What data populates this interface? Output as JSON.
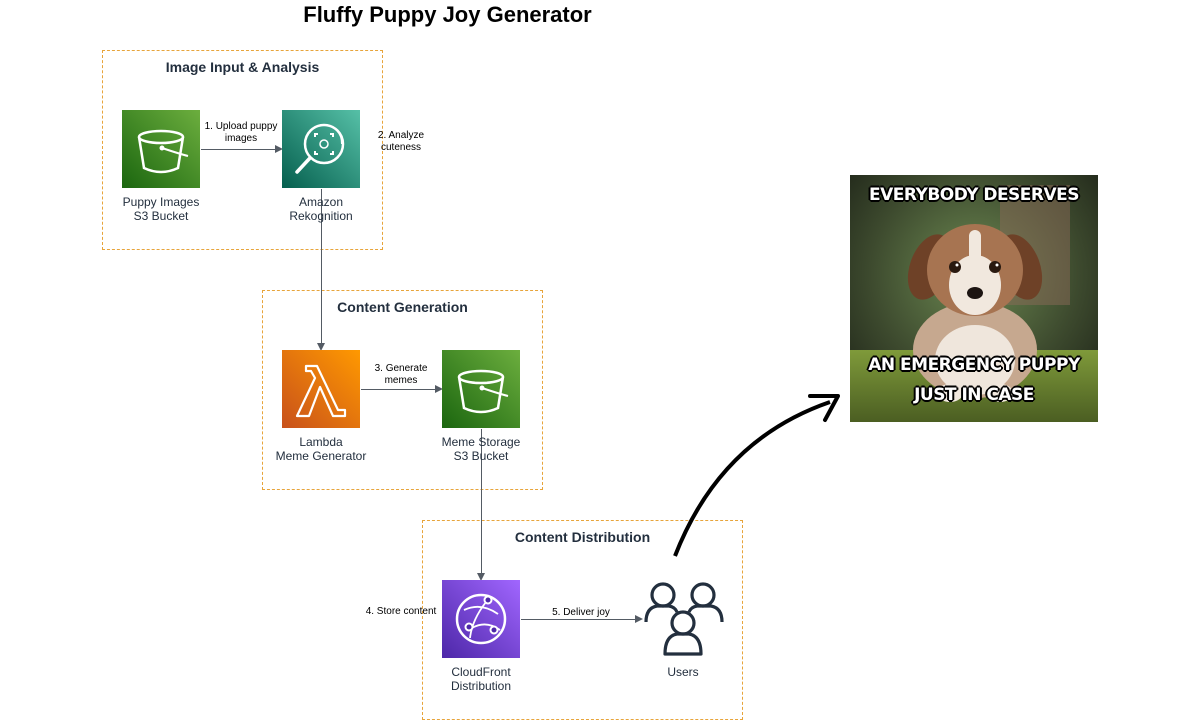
{
  "title": "Fluffy Puppy Joy Generator",
  "groups": {
    "image_input": {
      "title": "Image Input & Analysis"
    },
    "content_generation": {
      "title": "Content Generation"
    },
    "content_distribution": {
      "title": "Content Distribution"
    }
  },
  "nodes": {
    "puppy_bucket": {
      "line1": "Puppy Images",
      "line2": "S3 Bucket",
      "icon": "s3-bucket-icon"
    },
    "rekognition": {
      "line1": "Amazon",
      "line2": "Rekognition",
      "icon": "rekognition-icon"
    },
    "lambda": {
      "line1": "Lambda",
      "line2": "Meme Generator",
      "icon": "lambda-icon"
    },
    "meme_bucket": {
      "line1": "Meme Storage",
      "line2": "S3 Bucket",
      "icon": "s3-bucket-icon"
    },
    "cloudfront": {
      "line1": "CloudFront",
      "line2": "Distribution",
      "icon": "cloudfront-icon"
    },
    "users": {
      "line1": "Users",
      "icon": "users-icon"
    }
  },
  "edges": {
    "e1": {
      "line1": "1. Upload puppy",
      "line2": "images"
    },
    "e2": {
      "line1": "2. Analyze",
      "line2": "cuteness"
    },
    "e3": {
      "line1": "3. Generate",
      "line2": "memes"
    },
    "e4": {
      "line1": "4. Store content"
    },
    "e5": {
      "line1": "5. Deliver joy"
    }
  },
  "meme": {
    "top_text": "EVERYBODY DESERVES",
    "bottom_line1": "AN EMERGENCY PUPPY",
    "bottom_line2": "JUST IN CASE"
  },
  "colors": {
    "storage_green": "#3f8624",
    "ml_teal": "#01a88d",
    "compute_orange": "#ed7100",
    "network_purple": "#8c4fff",
    "group_border": "#e7a43b"
  }
}
